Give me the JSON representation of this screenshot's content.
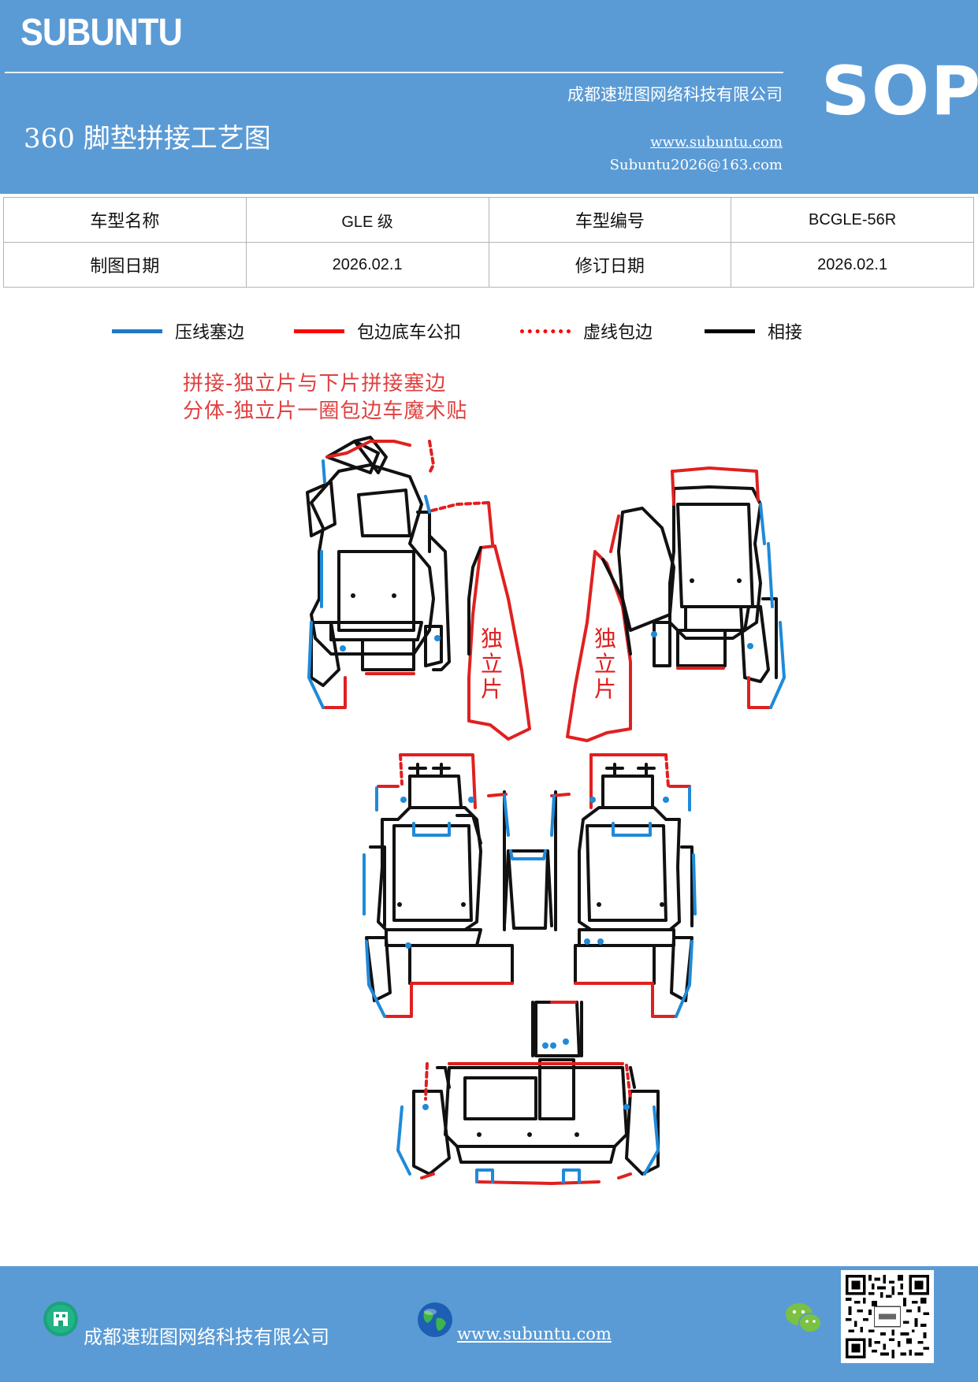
{
  "header": {
    "logo": "SUBUNTU",
    "company": "成都速班图网络科技有限公司",
    "title": "360 脚垫拼接工艺图",
    "website": "www.subuntu.com",
    "email": "Subuntu2026@163.com",
    "badge": "SOP"
  },
  "info_table": {
    "rows": [
      [
        "车型名称",
        "GLE 级",
        "车型编号",
        "BCGLE-56R"
      ],
      [
        "制图日期",
        "2026.02.1",
        "修订日期",
        "2026.02.1"
      ]
    ]
  },
  "legend": [
    {
      "label": "压线塞边",
      "color": "#1f78c8",
      "style": "solid"
    },
    {
      "label": "包边底车公扣",
      "color": "#ff0000",
      "style": "solid"
    },
    {
      "label": "虚线包边",
      "color": "#ff0000",
      "style": "dotted"
    },
    {
      "label": "相接",
      "color": "#000000",
      "style": "solid"
    }
  ],
  "diagram": {
    "notes": [
      "拼接-独立片与下片拼接塞边",
      "分体-独立片一圈包边车魔术贴"
    ],
    "panel_label": "独立片",
    "colors": {
      "press_line": "#1f8ad8",
      "edge": "#e02020",
      "join": "#111111"
    }
  },
  "footer": {
    "company": "成都速班图网络科技有限公司",
    "website": "www.subuntu.com",
    "icons": [
      "building-icon",
      "globe-icon",
      "wechat-icon",
      "qr-code"
    ]
  }
}
